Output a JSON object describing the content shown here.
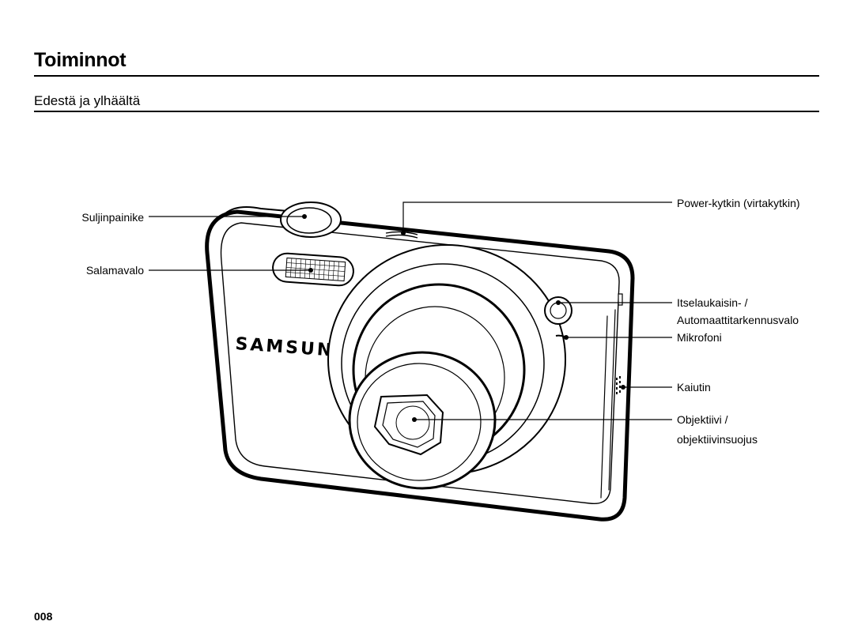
{
  "page": {
    "section_title": "Toiminnot",
    "subsection_title": "Edestä ja ylhäältä",
    "page_number": "008"
  },
  "camera": {
    "brand_logo": "SAMSUNG"
  },
  "callouts": {
    "shutter_button": "Suljinpainike",
    "flash": "Salamavalo",
    "power_switch": "Power-kytkin (virtakytkin)",
    "self_timer_line1": "Itselaukaisin- /",
    "self_timer_line2": "Automaattitarkennusvalo",
    "microphone": "Mikrofoni",
    "speaker": "Kaiutin",
    "lens_line1": "Objektiivi /",
    "lens_line2": "objektiivinsuojus"
  }
}
